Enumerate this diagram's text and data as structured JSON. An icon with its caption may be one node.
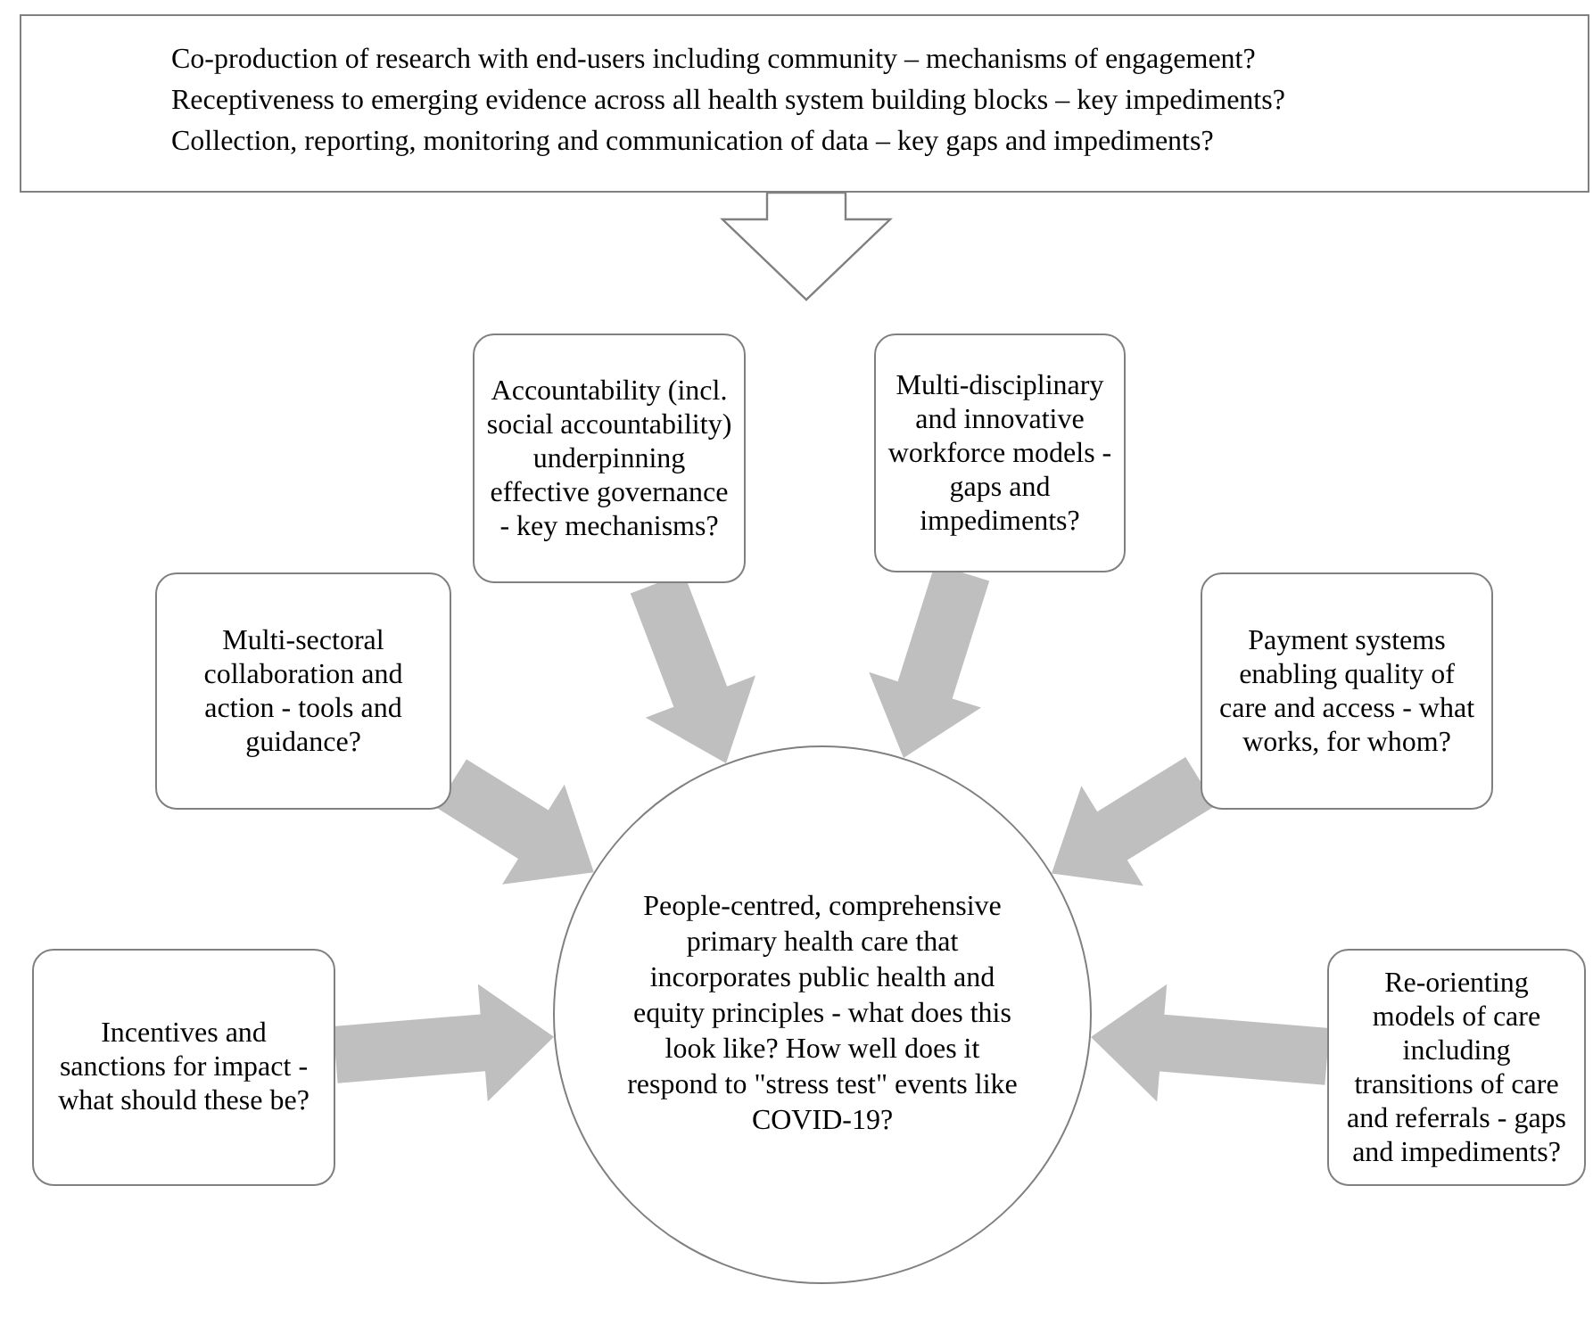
{
  "diagram": {
    "nodes": [
      {
        "text": [
          "Co-production of research with end-users including community – mechanisms of engagement?",
          "Receptiveness to emerging evidence across all health system building blocks – key impediments?",
          "Collection, reporting, monitoring and communication of data – key gaps and impediments?"
        ]
      },
      {
        "text": [
          "Accountability (incl. social accountability) underpinning effective governance - key mechanisms?"
        ]
      },
      {
        "text": [
          "Multi-disciplinary and innovative workforce models - gaps and impediments?"
        ]
      },
      {
        "text": [
          "Multi-sectoral collaboration and action - tools and guidance?"
        ]
      },
      {
        "text": [
          "Payment systems enabling quality of care and access - what works, for whom?"
        ]
      },
      {
        "text": [
          "People-centred, comprehensive primary health care that incorporates public health and equity principles - what does this look like? How well does it respond to \"stress test\" events like COVID-19?"
        ]
      },
      {
        "text": [
          "Incentives and sanctions for impact - what should these be?"
        ]
      },
      {
        "text": [
          "Re-orienting models of care including transitions of care and referrals - gaps and impediments?"
        ]
      }
    ],
    "edges": [
      {
        "from": 0,
        "to": null,
        "arrow": "to"
      },
      {
        "from": 1,
        "to": 5,
        "arrow": "to",
        "style": "thick"
      },
      {
        "from": 2,
        "to": 5,
        "arrow": "to",
        "style": "thick"
      },
      {
        "from": 3,
        "to": 5,
        "arrow": "to",
        "style": "thick"
      },
      {
        "from": 4,
        "to": 5,
        "arrow": "to",
        "style": "thick"
      },
      {
        "from": 6,
        "to": 5,
        "arrow": "to",
        "style": "thick"
      },
      {
        "from": 7,
        "to": 5,
        "arrow": "to",
        "style": "thick"
      }
    ]
  }
}
